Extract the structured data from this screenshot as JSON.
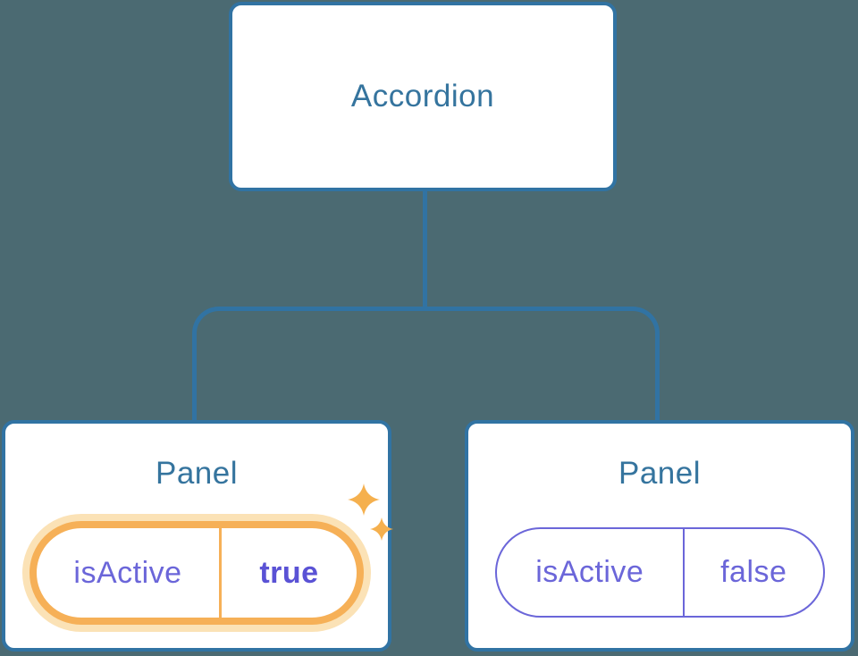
{
  "diagram": {
    "root": {
      "label": "Accordion"
    },
    "panels": [
      {
        "label": "Panel",
        "prop_name": "isActive",
        "prop_value": "true",
        "state": "active",
        "icon": "sparkles-icon"
      },
      {
        "label": "Panel",
        "prop_name": "isActive",
        "prop_value": "false",
        "state": "inactive"
      }
    ],
    "colors": {
      "background": "#4b6a72",
      "node_border": "#3173a3",
      "node_title": "#35749e",
      "prop_text": "#6b66d9",
      "prop_value_active": "#5a52d5",
      "active_ring": "#f6b057",
      "active_glow": "#fbe2b6",
      "sparkle": "#f5b04e"
    }
  }
}
